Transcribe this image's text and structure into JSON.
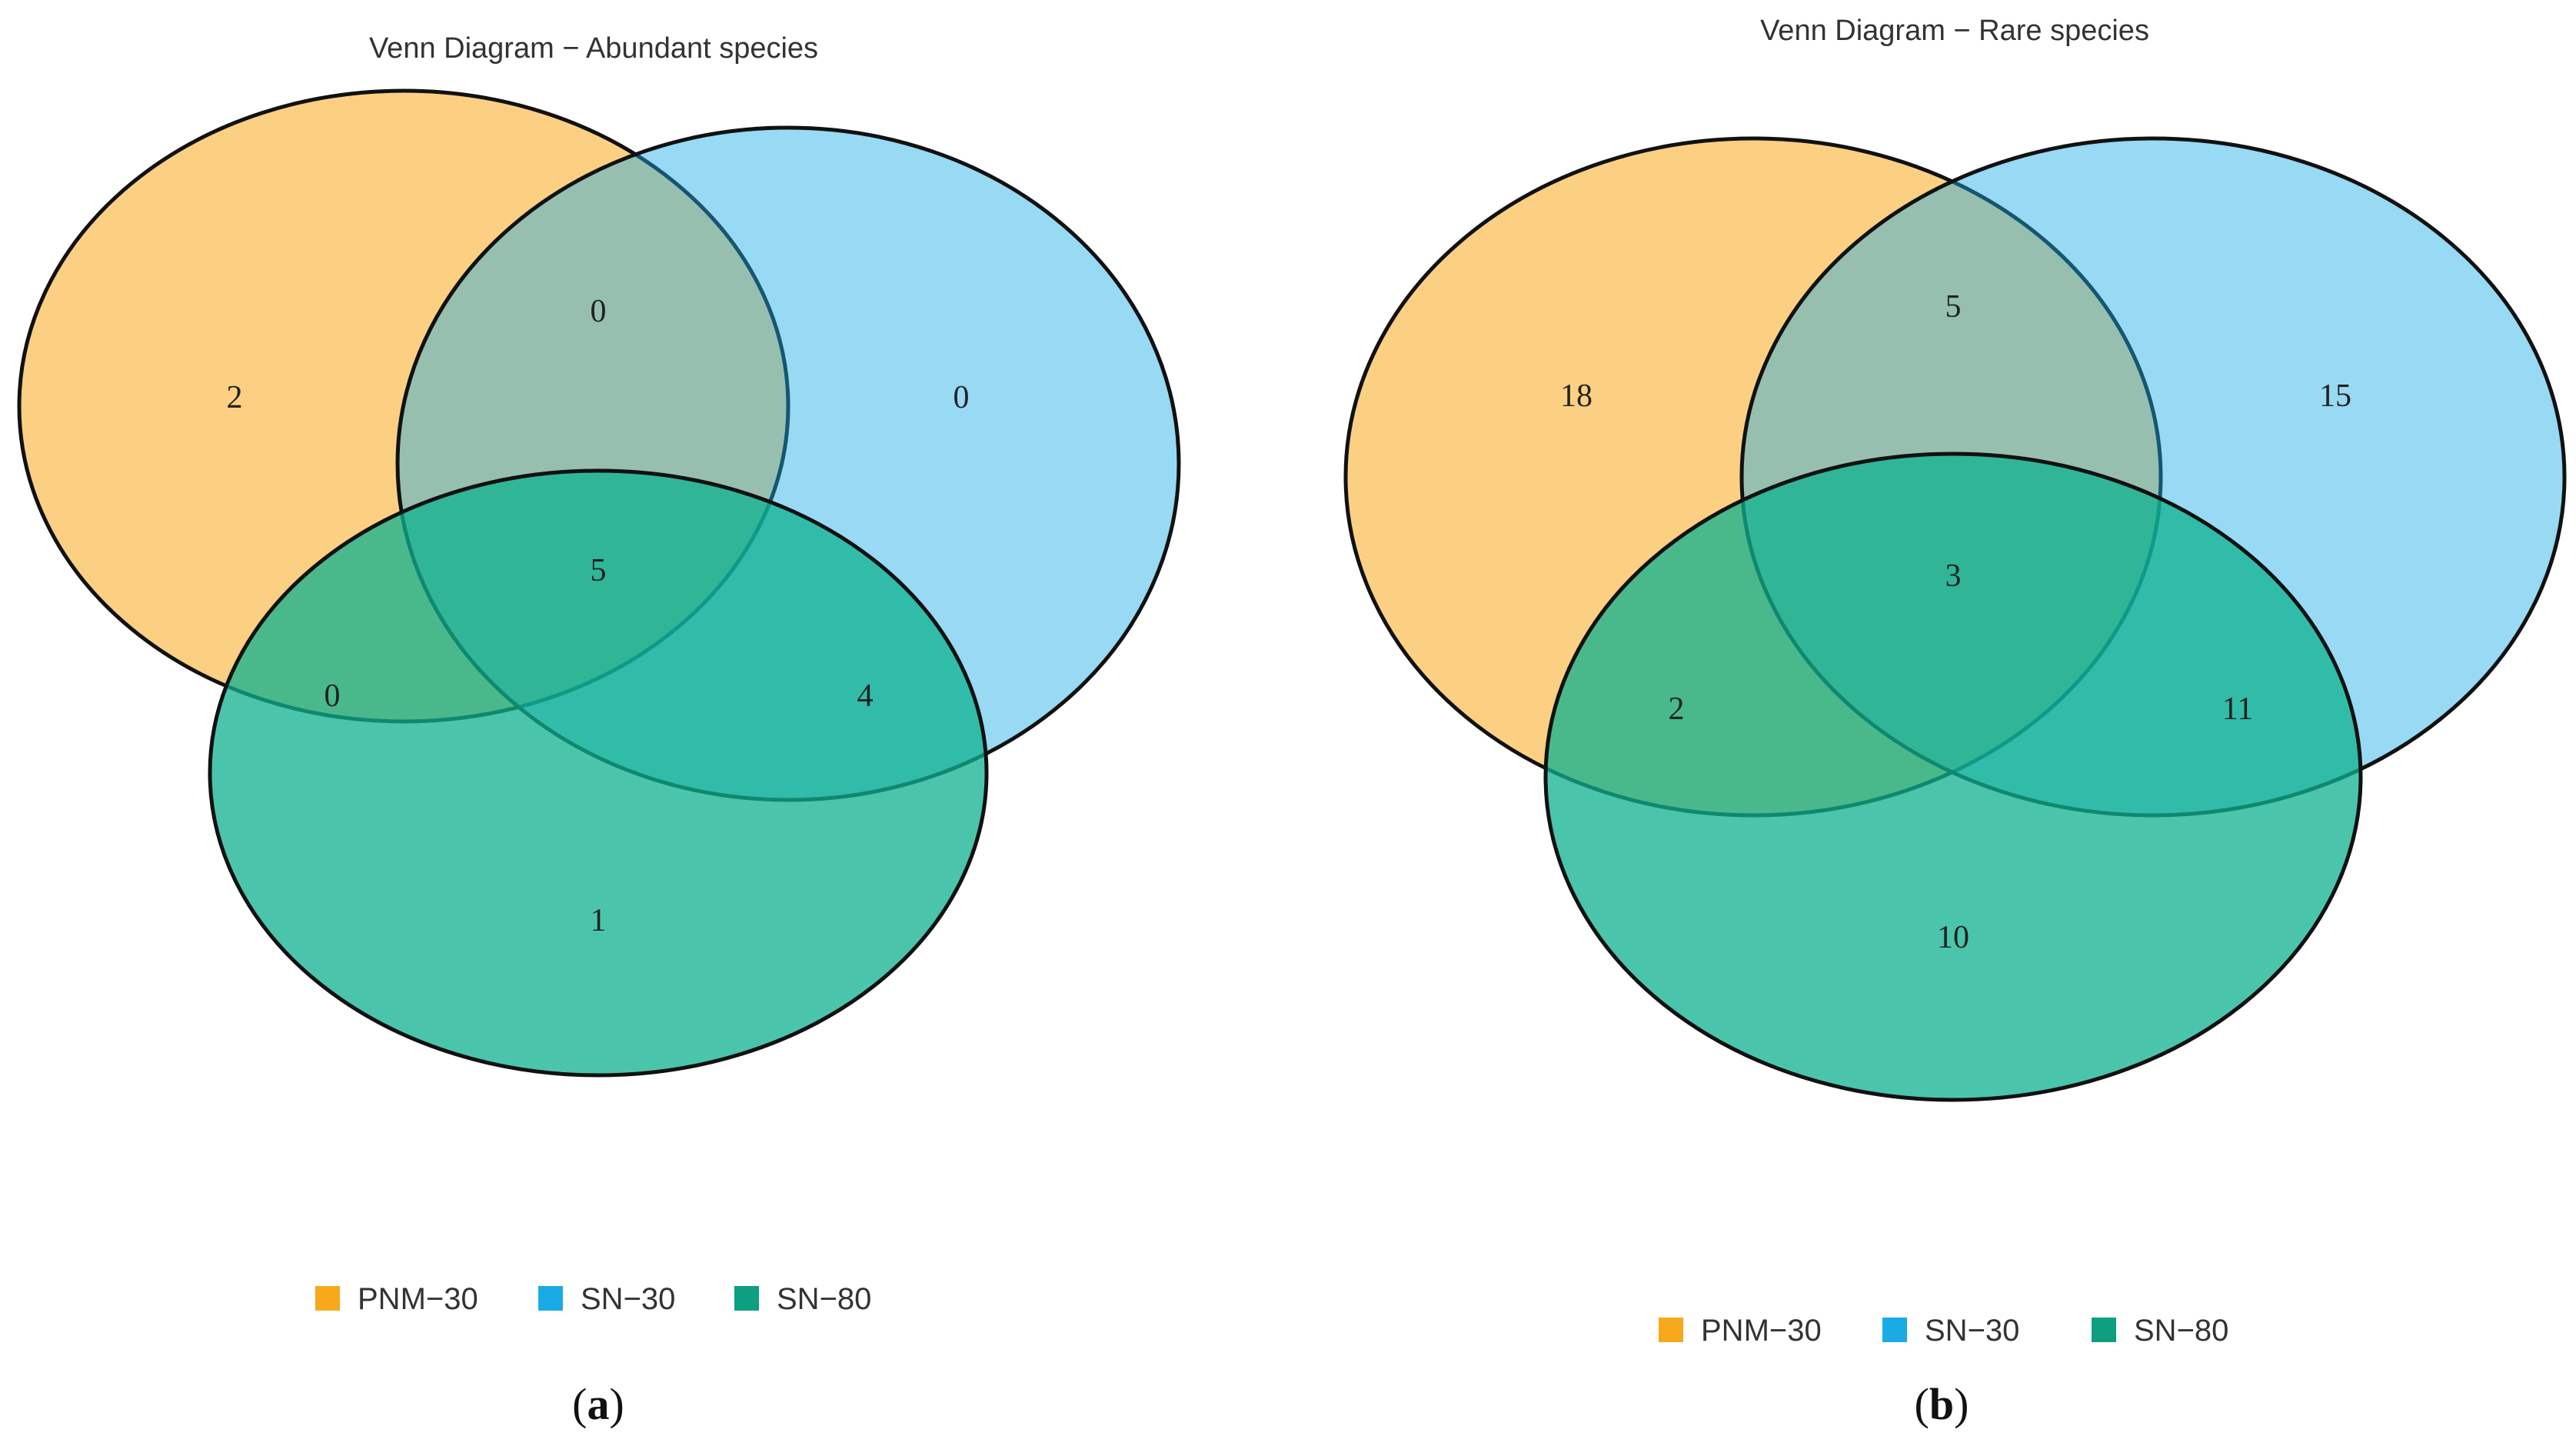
{
  "colors": {
    "PNM-30": "#F7A91B",
    "SN-30": "#1AABE6",
    "SN-80": "#0E9E80",
    "outline": "#111111"
  },
  "panels": [
    {
      "id": "a",
      "title": "Venn Diagram − Abundant species",
      "caption_open": "(",
      "caption_letter": "a",
      "caption_close": ")",
      "sets": [
        "PNM-30",
        "SN-30",
        "SN-80"
      ],
      "legend": [
        {
          "label": "PNM−30",
          "color_key": "PNM-30"
        },
        {
          "label": "SN−30",
          "color_key": "SN-30"
        },
        {
          "label": "SN−80",
          "color_key": "SN-80"
        }
      ],
      "regions": {
        "PNM30_only": "2",
        "SN30_only": "0",
        "SN80_only": "1",
        "PNM30_SN30": "0",
        "PNM30_SN80": "0",
        "SN30_SN80": "4",
        "all_three": "5"
      }
    },
    {
      "id": "b",
      "title": "Venn Diagram − Rare species",
      "caption_open": "(",
      "caption_letter": "b",
      "caption_close": ")",
      "sets": [
        "PNM-30",
        "SN-30",
        "SN-80"
      ],
      "legend": [
        {
          "label": "PNM−30",
          "color_key": "PNM-30"
        },
        {
          "label": "SN−30",
          "color_key": "SN-30"
        },
        {
          "label": "SN−80",
          "color_key": "SN-80"
        }
      ],
      "regions": {
        "PNM30_only": "18",
        "SN30_only": "15",
        "SN80_only": "10",
        "PNM30_SN30": "5",
        "PNM30_SN80": "2",
        "SN30_SN80": "11",
        "all_three": "3"
      }
    }
  ]
}
